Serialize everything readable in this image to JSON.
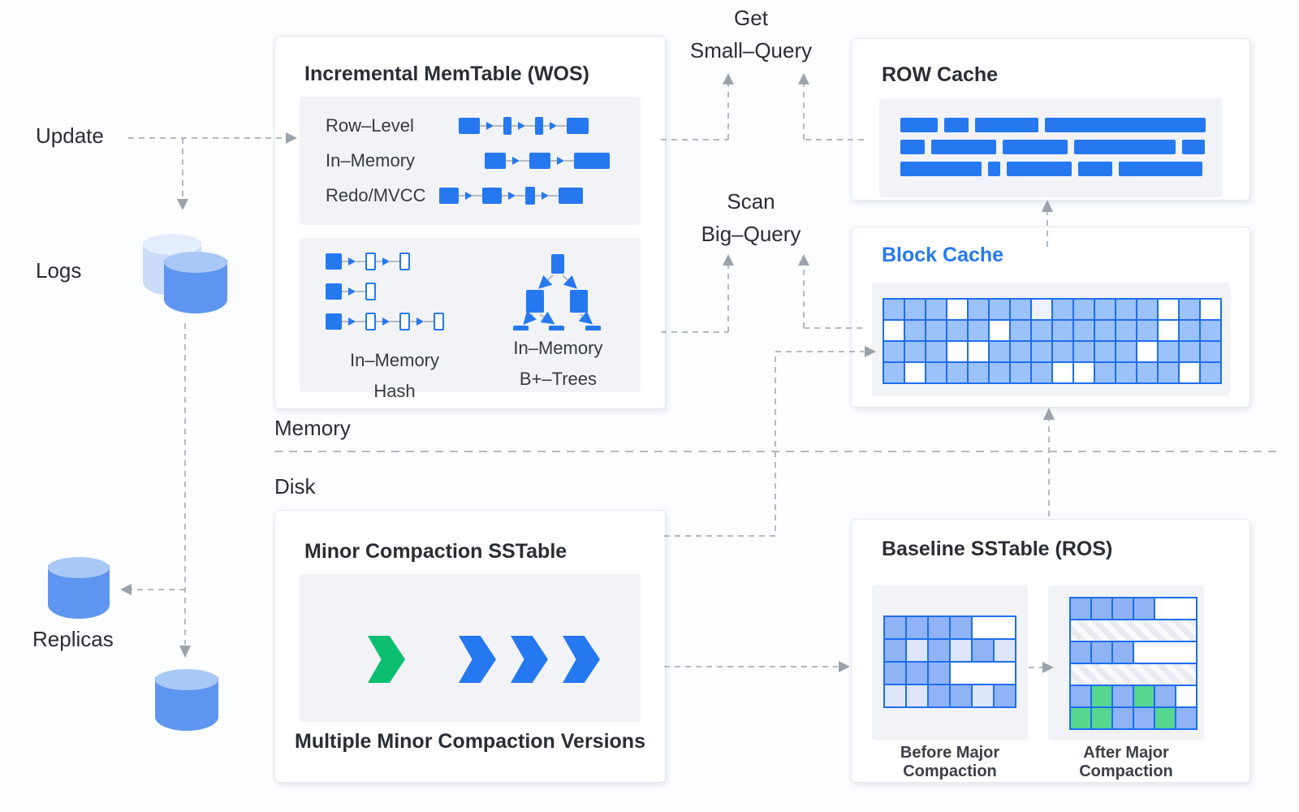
{
  "palette": {
    "accent": "#2678f0",
    "ink": "#2a2e34",
    "gray_line": "#b3bac2",
    "arrow_gray": "#9ba2ab",
    "panel": "#f1f3f6",
    "card_border": "#e4e8ee",
    "block_title": "#2679f1",
    "cell_blue": "#9cc2fa",
    "cell_pale": "#edf2fd",
    "cell_border": "#1e6ef0",
    "cell_med": "#8fb3f4",
    "cell_lav": "#dee6fc",
    "cell_green": "#57d68f",
    "chev_green": "#0cbf70",
    "cyl_front": "#5e95f0",
    "cyl_front_top": "#a9c8f7",
    "cyl_back": "#cbdcf9",
    "cyl_back_top": "#e4edfc"
  },
  "labels": {
    "update": "Update",
    "logs": "Logs",
    "replicas": "Replicas",
    "memory": "Memory",
    "disk": "Disk"
  },
  "queries": {
    "get": [
      "Get",
      "Small–Query"
    ],
    "scan": [
      "Scan",
      "Big–Query"
    ]
  },
  "memtable": {
    "title": "Incremental MemTable (WOS)",
    "rows": [
      {
        "label": "Row–Level",
        "nodes": [
          {
            "t": "node",
            "w": 26,
            "h": 20
          },
          {
            "t": "arrow"
          },
          {
            "t": "node",
            "w": 10,
            "h": 22
          },
          {
            "t": "arrow"
          },
          {
            "t": "node",
            "w": 10,
            "h": 22
          },
          {
            "t": "arrow"
          },
          {
            "t": "node",
            "w": 27,
            "h": 20
          }
        ]
      },
      {
        "label": "In–Memory",
        "nodes": [
          {
            "t": "node",
            "w": 26,
            "h": 20
          },
          {
            "t": "arrow"
          },
          {
            "t": "node",
            "w": 26,
            "h": 20
          },
          {
            "t": "arrow"
          },
          {
            "t": "node",
            "w": 44,
            "h": 20
          }
        ]
      },
      {
        "label": "Redo/MVCC",
        "nodes": [
          {
            "t": "node",
            "w": 24,
            "h": 20
          },
          {
            "t": "arrow"
          },
          {
            "t": "node",
            "w": 24,
            "h": 20
          },
          {
            "t": "arrow"
          },
          {
            "t": "node",
            "w": 12,
            "h": 22
          },
          {
            "t": "arrow"
          },
          {
            "t": "node",
            "w": 30,
            "h": 20
          }
        ]
      }
    ],
    "hash": {
      "rows": [
        [
          {
            "t": "node",
            "w": 20,
            "h": 20
          },
          {
            "t": "arrow"
          },
          {
            "t": "hollow",
            "w": 13,
            "h": 22
          },
          {
            "t": "arrow"
          },
          {
            "t": "hollow",
            "w": 13,
            "h": 22
          }
        ],
        [
          {
            "t": "node",
            "w": 20,
            "h": 20
          },
          {
            "t": "arrow"
          },
          {
            "t": "hollow",
            "w": 13,
            "h": 22
          }
        ],
        [
          {
            "t": "node",
            "w": 20,
            "h": 20
          },
          {
            "t": "arrow"
          },
          {
            "t": "hollow",
            "w": 13,
            "h": 22
          },
          {
            "t": "arrow"
          },
          {
            "t": "hollow",
            "w": 13,
            "h": 22
          },
          {
            "t": "arrow"
          },
          {
            "t": "hollow",
            "w": 13,
            "h": 22
          }
        ]
      ],
      "captions": [
        "In–Memory",
        "Hash"
      ]
    },
    "btree": {
      "captions": [
        "In–Memory",
        "B+–Trees"
      ]
    }
  },
  "row_cache": {
    "title": "ROW Cache",
    "bar_rows": [
      [
        46,
        30,
        78,
        198
      ],
      [
        30,
        80,
        80,
        125,
        28
      ],
      [
        100,
        15,
        80,
        42,
        103
      ]
    ]
  },
  "block_cache": {
    "title": "Block Cache",
    "grid": [
      "bbbwbbbpbbbbbwbw",
      "wbbbbwbbbbbbbwbb",
      "bbbwwbbbbbbbwbbb",
      "bwbbbbbbwwbbbbwb"
    ]
  },
  "minor": {
    "title": "Minor Compaction SSTable",
    "caption": "Multiple Minor Compaction Versions",
    "chevrons": [
      "green",
      "blue",
      "blue",
      "blue"
    ]
  },
  "baseline": {
    "title": "Baseline SSTable (ROS)",
    "before": {
      "caption": [
        "Before Major",
        "Compaction"
      ],
      "rows": [
        [
          {
            "c": "m"
          },
          {
            "c": "m"
          },
          {
            "c": "m"
          },
          {
            "c": "m"
          },
          {
            "c": "w",
            "span": 2
          }
        ],
        [
          {
            "c": "m"
          },
          {
            "c": "l"
          },
          {
            "c": "m"
          },
          {
            "c": "l"
          },
          {
            "c": "m"
          },
          {
            "c": "l"
          }
        ],
        [
          {
            "c": "m"
          },
          {
            "c": "m"
          },
          {
            "c": "m"
          },
          {
            "c": "w",
            "span": 3
          }
        ],
        [
          {
            "c": "l"
          },
          {
            "c": "l"
          },
          {
            "c": "m"
          },
          {
            "c": "m"
          },
          {
            "c": "l"
          },
          {
            "c": "m"
          }
        ]
      ]
    },
    "after": {
      "caption": [
        "After Major",
        "Compaction"
      ],
      "rows": [
        [
          {
            "c": "m"
          },
          {
            "c": "m"
          },
          {
            "c": "m"
          },
          {
            "c": "m"
          },
          {
            "c": "w",
            "span": 2
          }
        ],
        [
          {
            "c": "h",
            "span": 6
          }
        ],
        [
          {
            "c": "m"
          },
          {
            "c": "m"
          },
          {
            "c": "m"
          },
          {
            "c": "w",
            "span": 3
          }
        ],
        [
          {
            "c": "h",
            "span": 6
          }
        ],
        [
          {
            "c": "m"
          },
          {
            "c": "g"
          },
          {
            "c": "m"
          },
          {
            "c": "g"
          },
          {
            "c": "m"
          },
          {
            "c": "w"
          }
        ],
        [
          {
            "c": "g"
          },
          {
            "c": "g"
          },
          {
            "c": "m"
          },
          {
            "c": "m"
          },
          {
            "c": "g"
          },
          {
            "c": "m"
          }
        ]
      ]
    }
  }
}
